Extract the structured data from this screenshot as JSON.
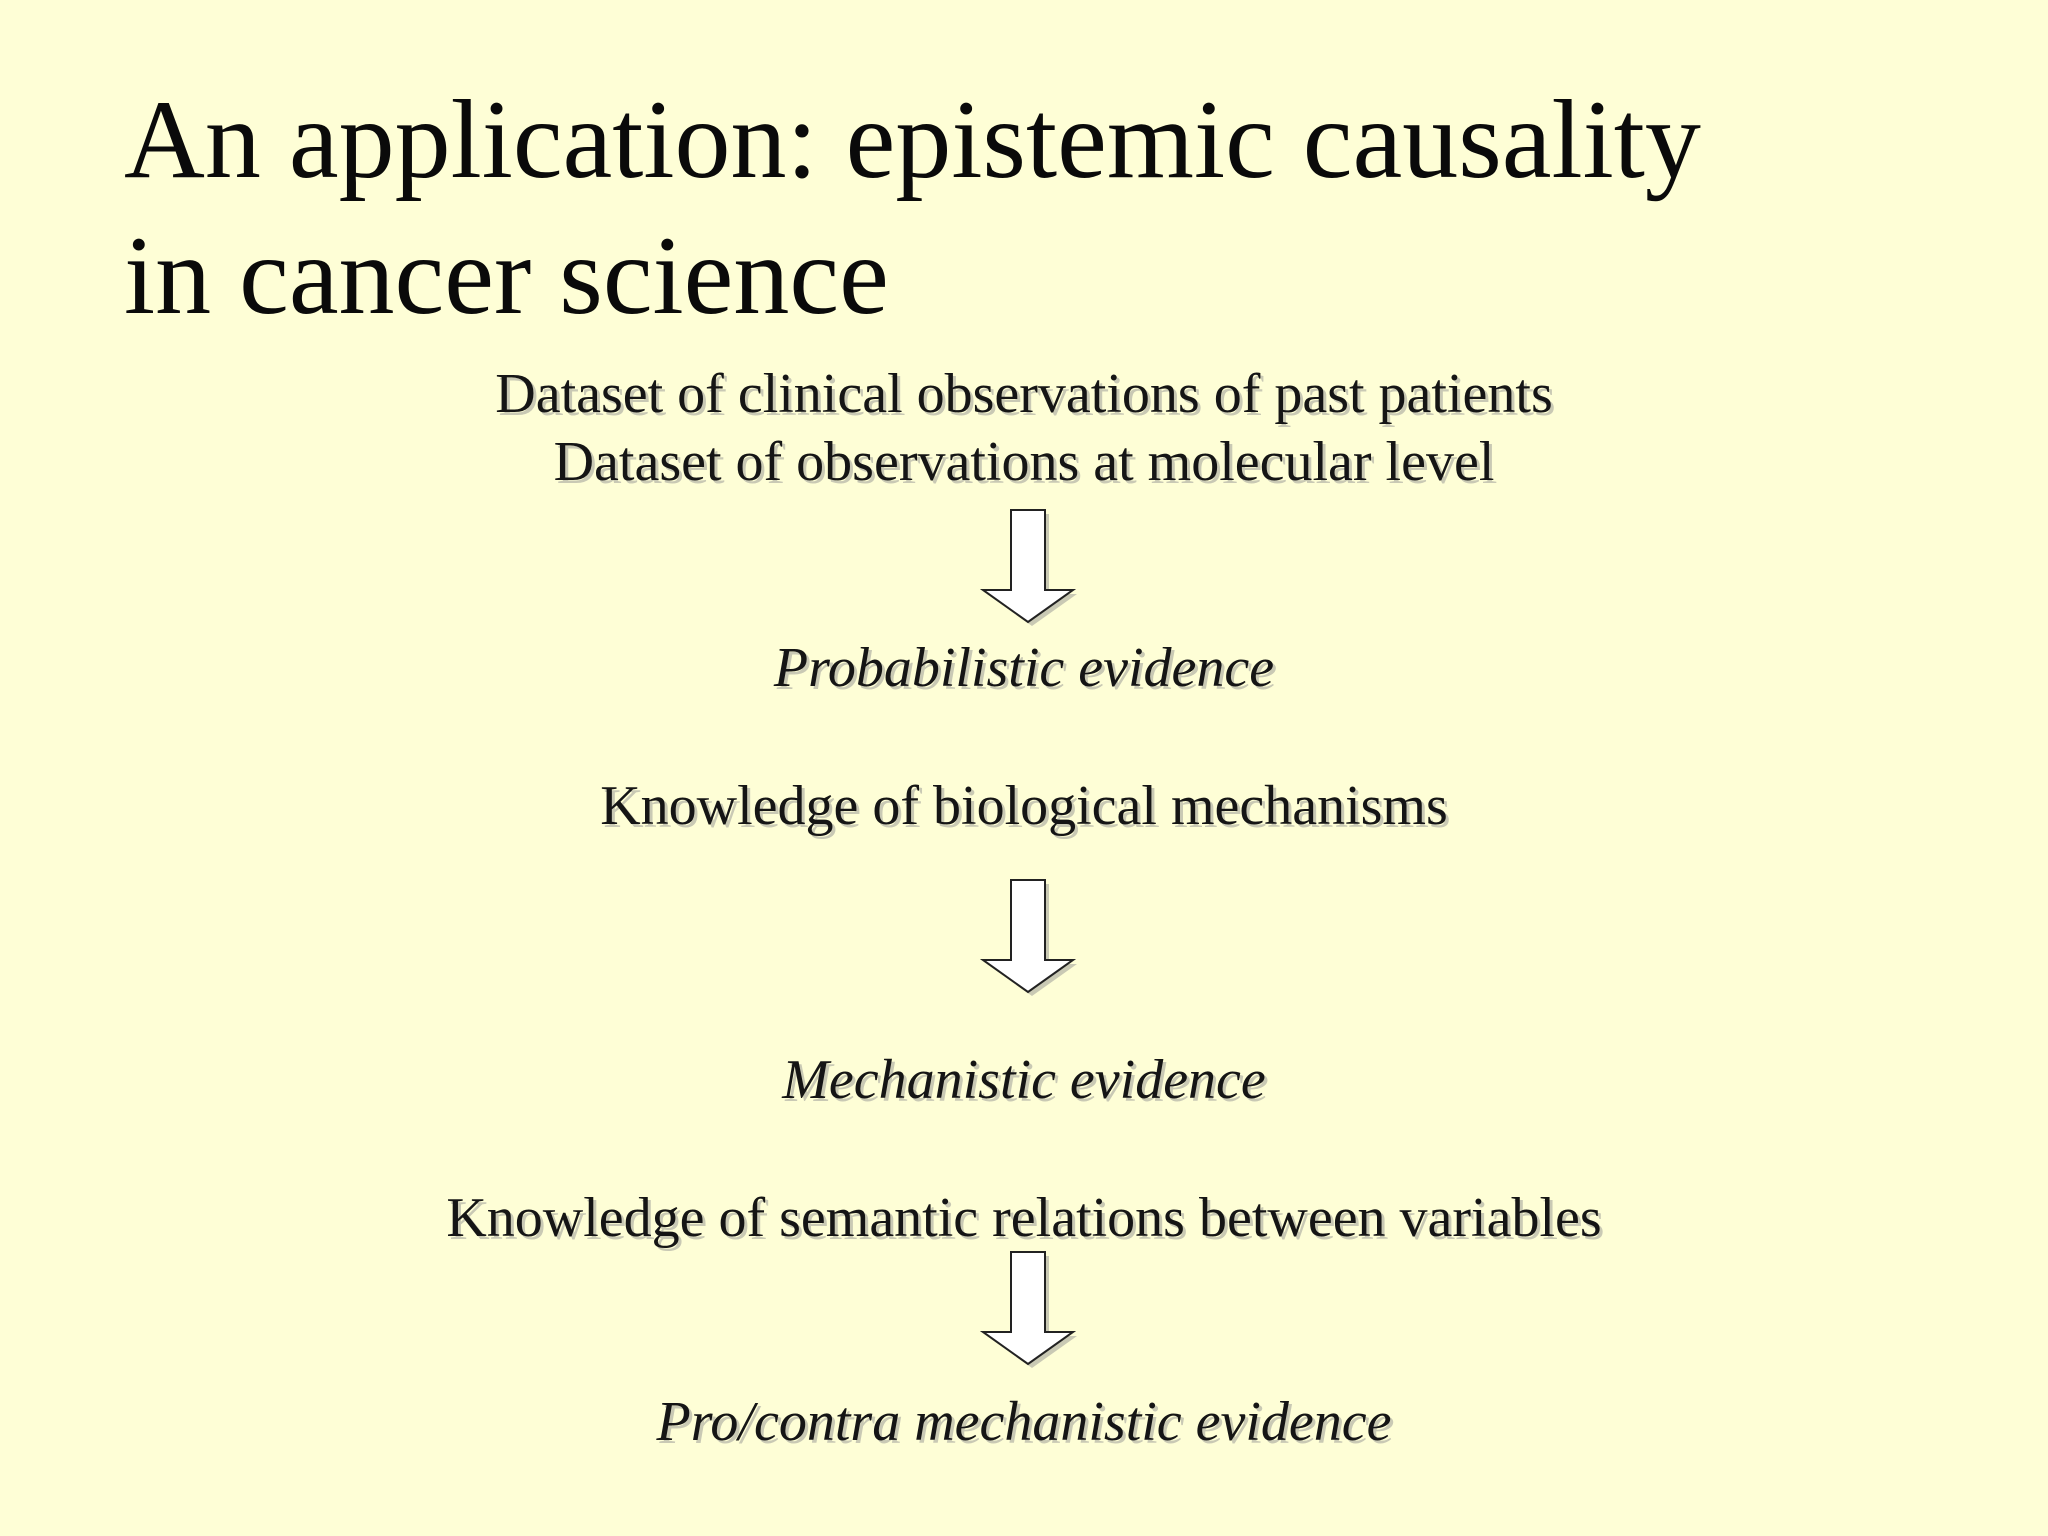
{
  "slide": {
    "title_line1": "An application: epistemic causality",
    "title_line2": "in cancer science",
    "flow": {
      "source_1a": "Dataset of clinical observations of past patients",
      "source_1b": "Dataset of observations at molecular level",
      "result_1": "Probabilistic evidence",
      "source_2": "Knowledge of biological mechanisms",
      "result_2": "Mechanistic evidence",
      "source_3": "Knowledge of semantic relations between variables",
      "result_3": "Pro/contra mechanistic evidence"
    },
    "colors": {
      "background": "#fefed6",
      "text": "#151515",
      "arrow_fill": "#ffffff",
      "arrow_stroke": "#222222"
    }
  }
}
